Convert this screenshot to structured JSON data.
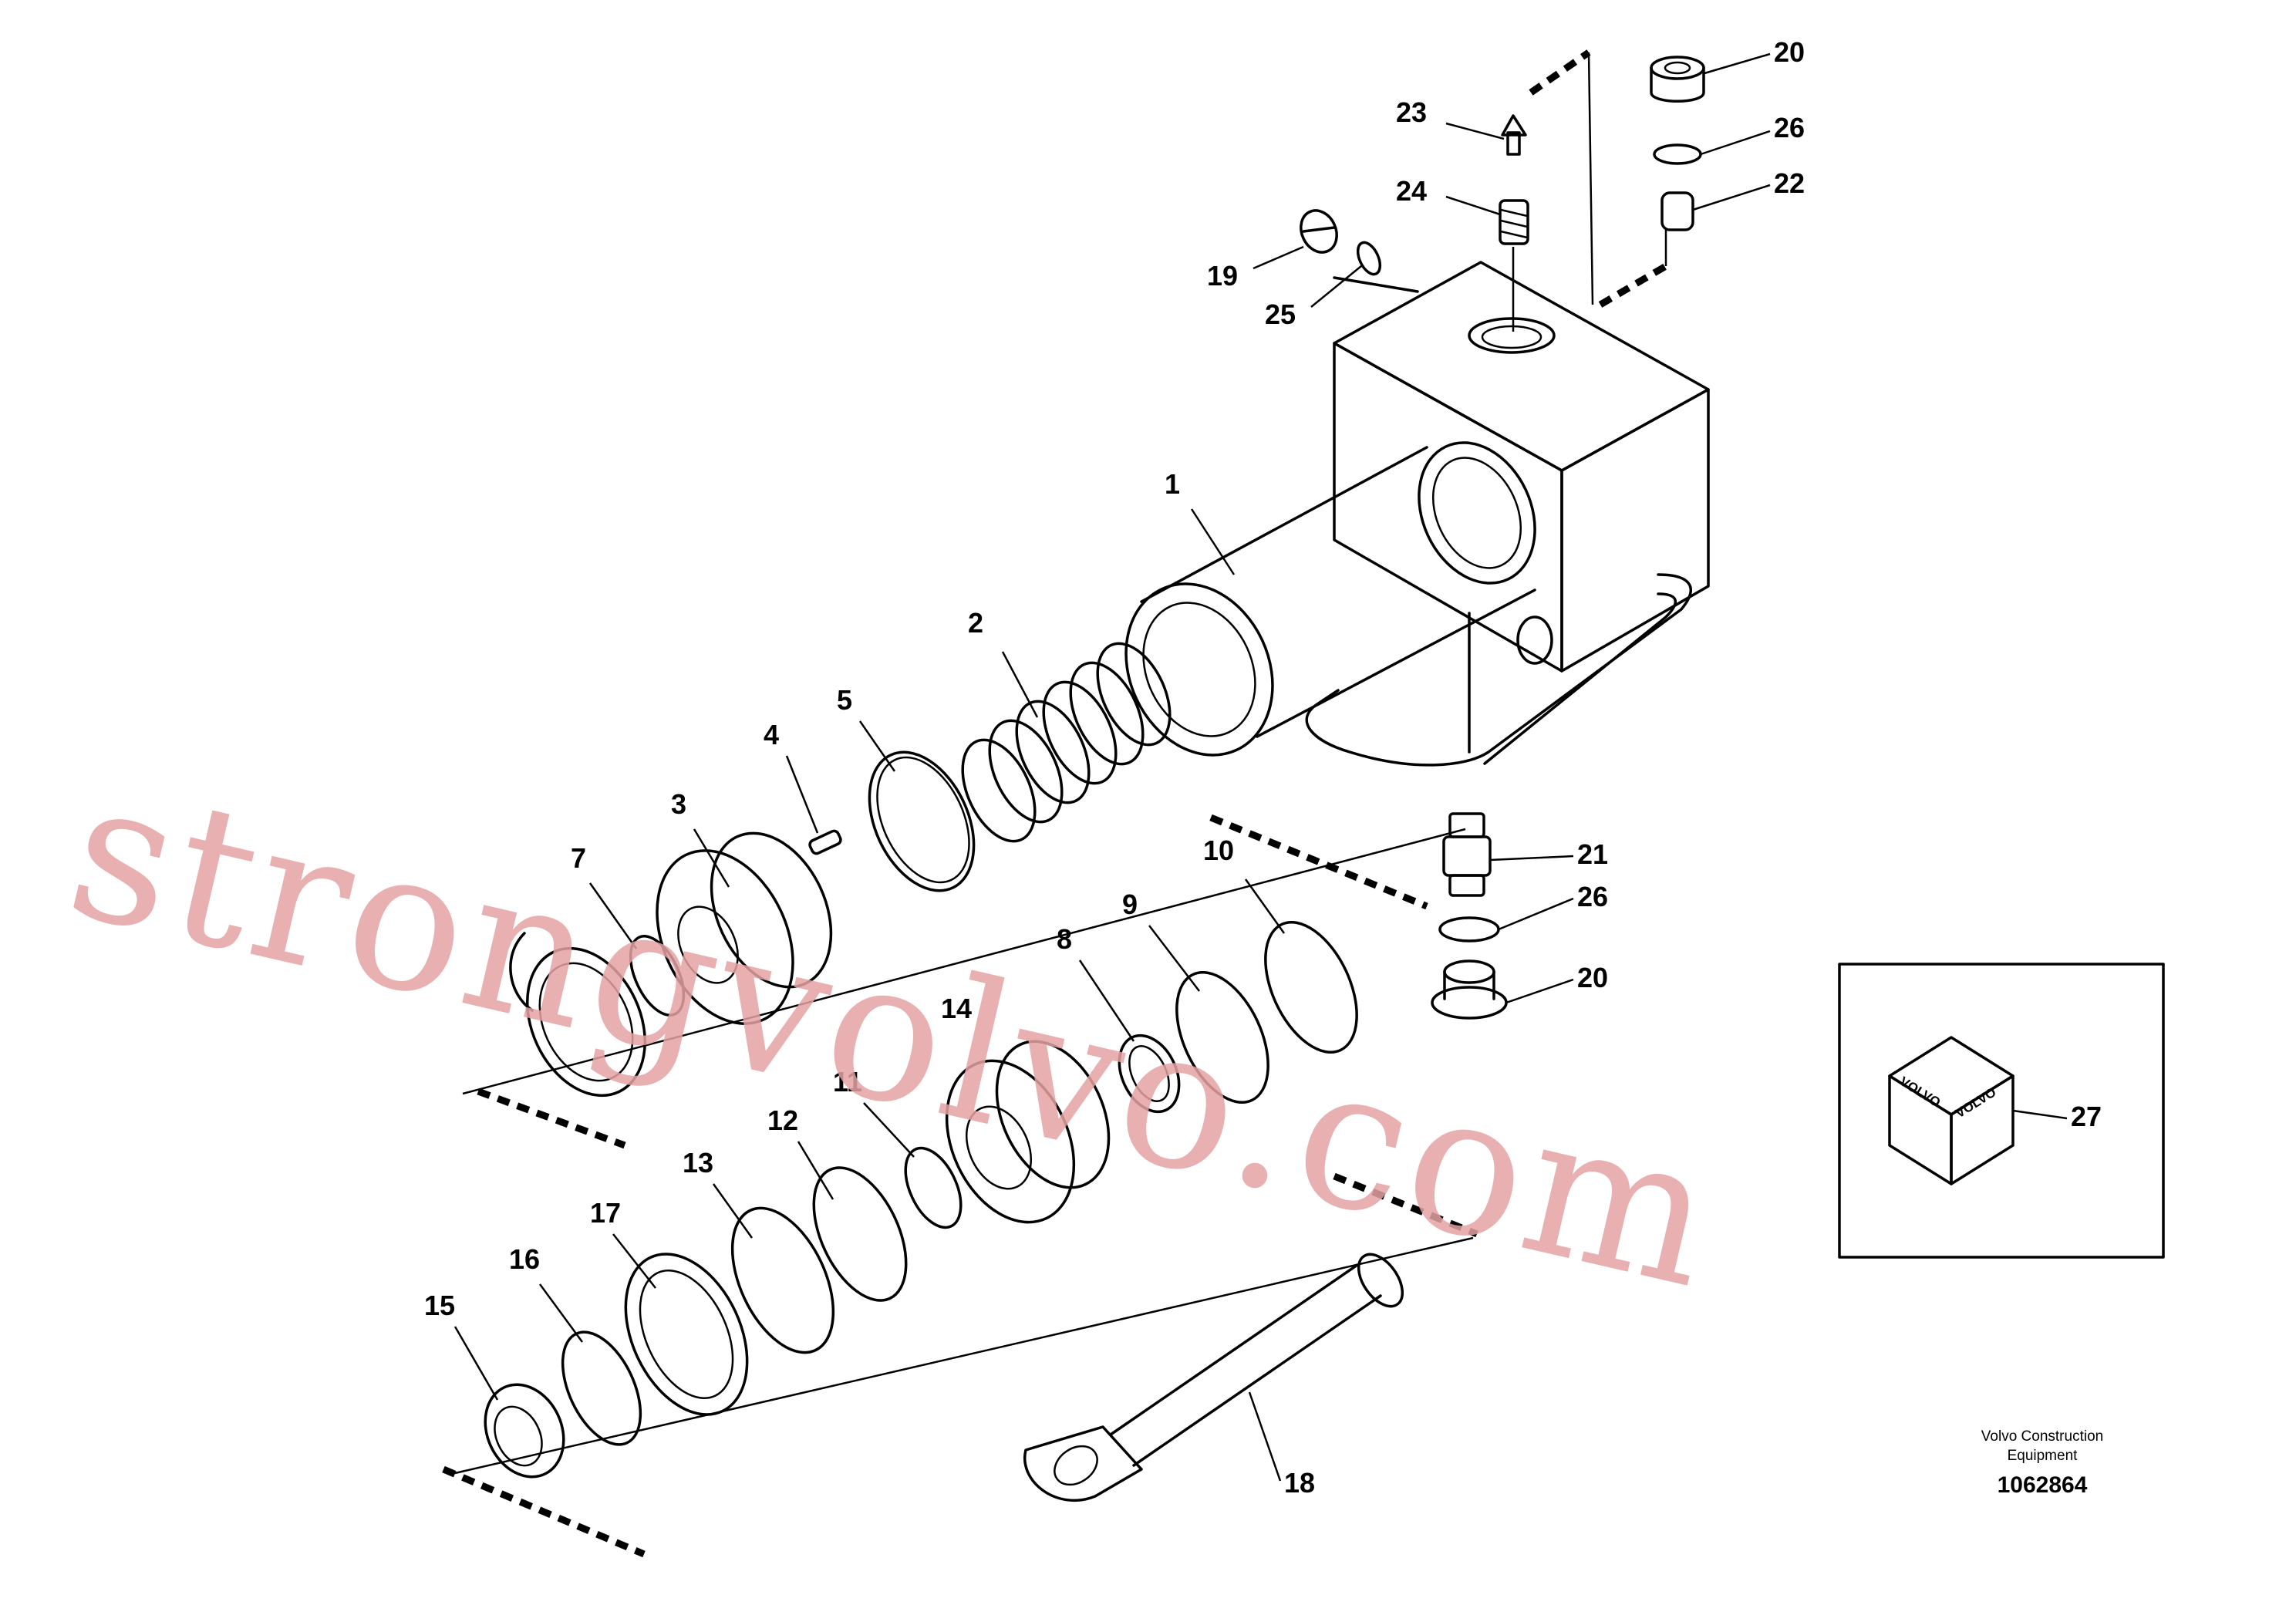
{
  "callouts": [
    {
      "id": "c1",
      "label": "1"
    },
    {
      "id": "c2",
      "label": "2"
    },
    {
      "id": "c3",
      "label": "3"
    },
    {
      "id": "c4",
      "label": "4"
    },
    {
      "id": "c5",
      "label": "5"
    },
    {
      "id": "c7",
      "label": "7"
    },
    {
      "id": "c8",
      "label": "8"
    },
    {
      "id": "c9",
      "label": "9"
    },
    {
      "id": "c10",
      "label": "10"
    },
    {
      "id": "c11",
      "label": "11"
    },
    {
      "id": "c12",
      "label": "12"
    },
    {
      "id": "c13",
      "label": "13"
    },
    {
      "id": "c14",
      "label": "14"
    },
    {
      "id": "c15",
      "label": "15"
    },
    {
      "id": "c16",
      "label": "16"
    },
    {
      "id": "c17",
      "label": "17"
    },
    {
      "id": "c18",
      "label": "18"
    },
    {
      "id": "c19",
      "label": "19"
    },
    {
      "id": "c20a",
      "label": "20"
    },
    {
      "id": "c20b",
      "label": "20"
    },
    {
      "id": "c21",
      "label": "21"
    },
    {
      "id": "c22",
      "label": "22"
    },
    {
      "id": "c23",
      "label": "23"
    },
    {
      "id": "c24",
      "label": "24"
    },
    {
      "id": "c25",
      "label": "25"
    },
    {
      "id": "c26a",
      "label": "26"
    },
    {
      "id": "c26b",
      "label": "26"
    },
    {
      "id": "c27",
      "label": "27"
    }
  ],
  "logo_box": {
    "logo_text_1": "VOLVO",
    "logo_text_2": "VOLVO"
  },
  "credit": {
    "line1": "Volvo Construction",
    "line2": "Equipment",
    "doc_number": "1062864"
  },
  "watermark": {
    "text": "strongvolvo.com",
    "color": "#e4a2a2"
  }
}
